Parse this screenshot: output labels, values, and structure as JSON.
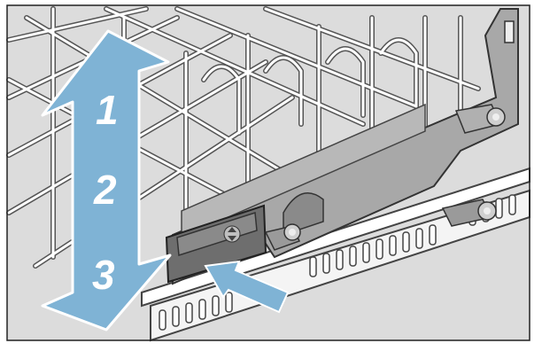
{
  "illustration": {
    "level_labels": [
      "1",
      "2",
      "3"
    ],
    "colors": {
      "background": "#dcdcdc",
      "wire": "#ffffff",
      "wire_outline": "#555555",
      "bracket": "#a8a8a8",
      "bracket_dark": "#7d7d7d",
      "handle": "#6e6e6e",
      "arrow": "#7fb3d5",
      "frame": "#222222"
    },
    "icons": [
      "up-down-arrow-icon",
      "push-arrow-icon",
      "height-adjust-arrow-icon"
    ]
  }
}
